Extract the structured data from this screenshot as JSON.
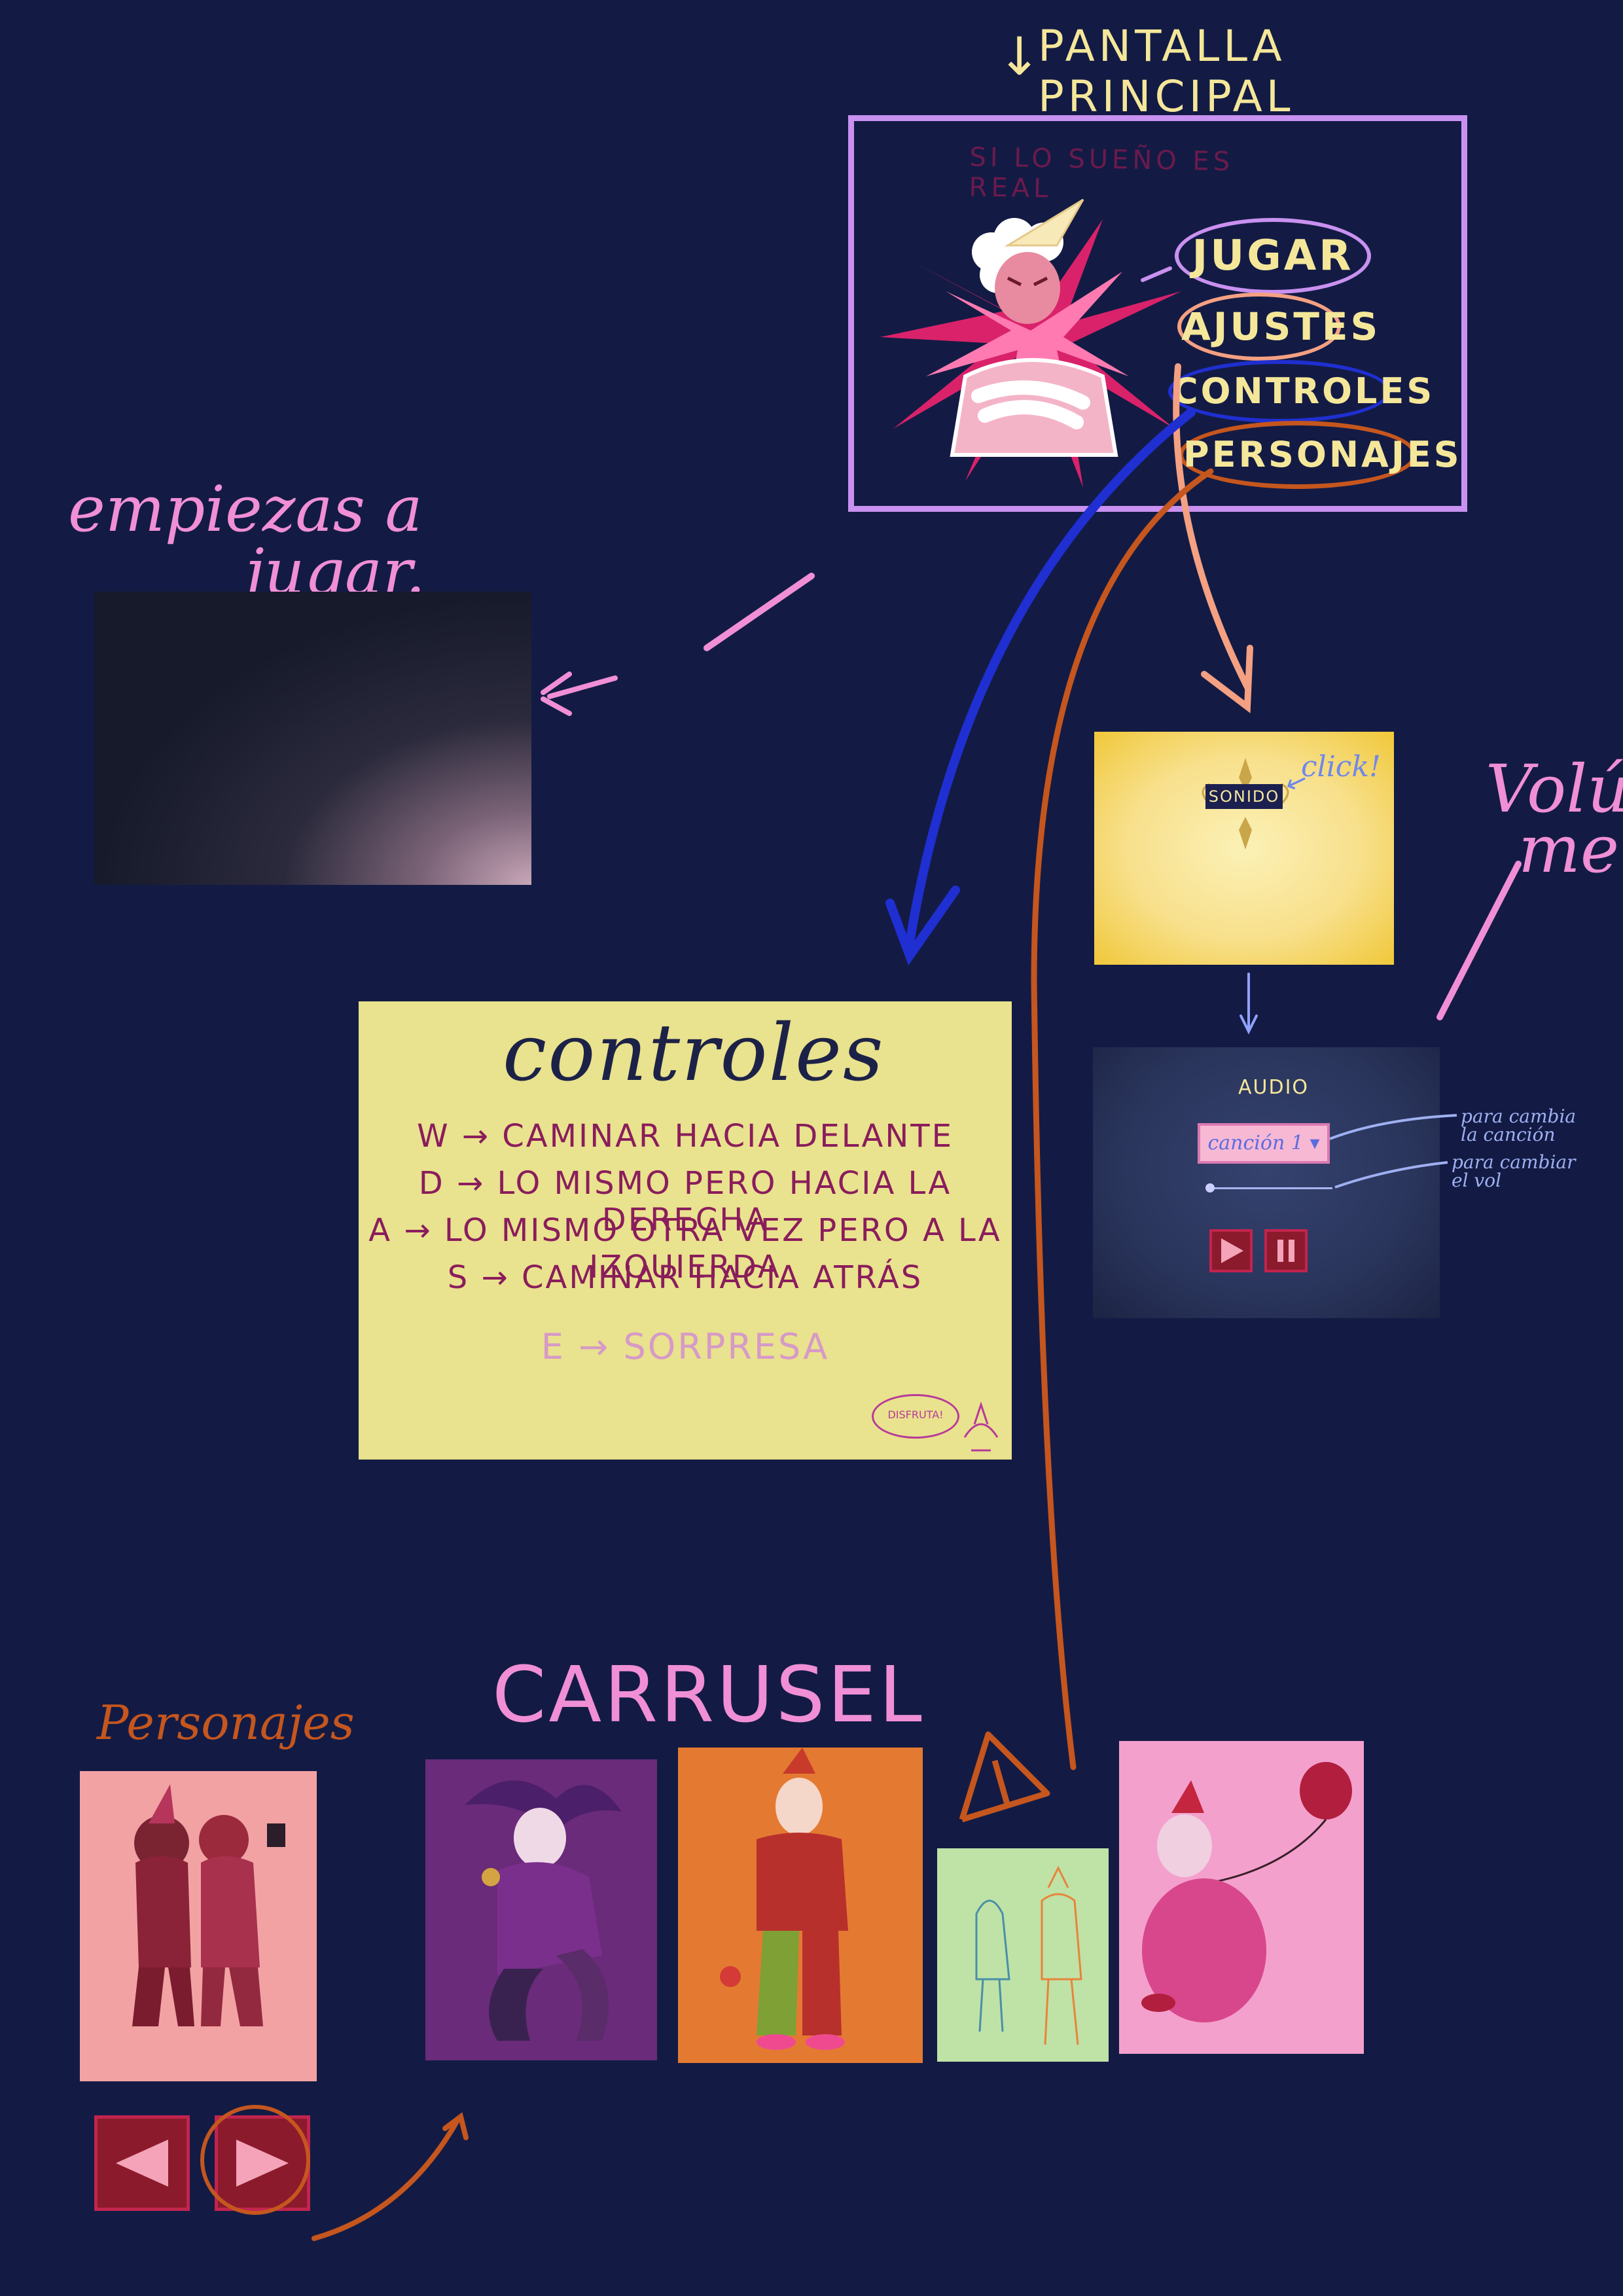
{
  "header": {
    "title": "PANTALLA PRINCIPAL"
  },
  "main_screen": {
    "subtitle": "SI LO SUEÑO ES REAL",
    "menu": [
      "JUGAR",
      "AJUSTES",
      "CONTROLES",
      "PERSONAJES"
    ]
  },
  "play": {
    "label_line1": "empiezas a",
    "label_line2": "jugar."
  },
  "settings": {
    "button": "SONIDO",
    "note": "click!"
  },
  "volumen": {
    "line1": "Volú",
    "line2": "men"
  },
  "audio": {
    "title": "AUDIO",
    "song_select": "canción 1",
    "note_song": "para cambia la canción",
    "note_vol": "para cambiar el vol",
    "play_icon": "play-icon",
    "pause_icon": "pause-icon"
  },
  "controls": {
    "title": "controles",
    "lines": [
      "W → CAMINAR HACIA DELANTE",
      "D → LO MISMO PERO HACIA LA DERECHA",
      "A → LO MISMO OTRA VEZ PERO A LA IZQUIERDA",
      "S → CAMINAR HACIA ATRÁS"
    ],
    "surprise": "E → SORPRESA",
    "bubble": "DISFRUTA!"
  },
  "characters": {
    "label": "Personajes"
  },
  "carousel": {
    "label": "CARRUSEL"
  },
  "colors": {
    "background": "#131b44",
    "frame": "#c991f0",
    "menu_text": "#f5e79a",
    "controls_bg": "#e9e28e",
    "controls_text": "#8a1d5c",
    "blue_arrow": "#1f2fd1",
    "orange_arrow": "#c5561e",
    "pink_arrow": "#f08fd6",
    "salmon_arrow": "#f4a082"
  }
}
